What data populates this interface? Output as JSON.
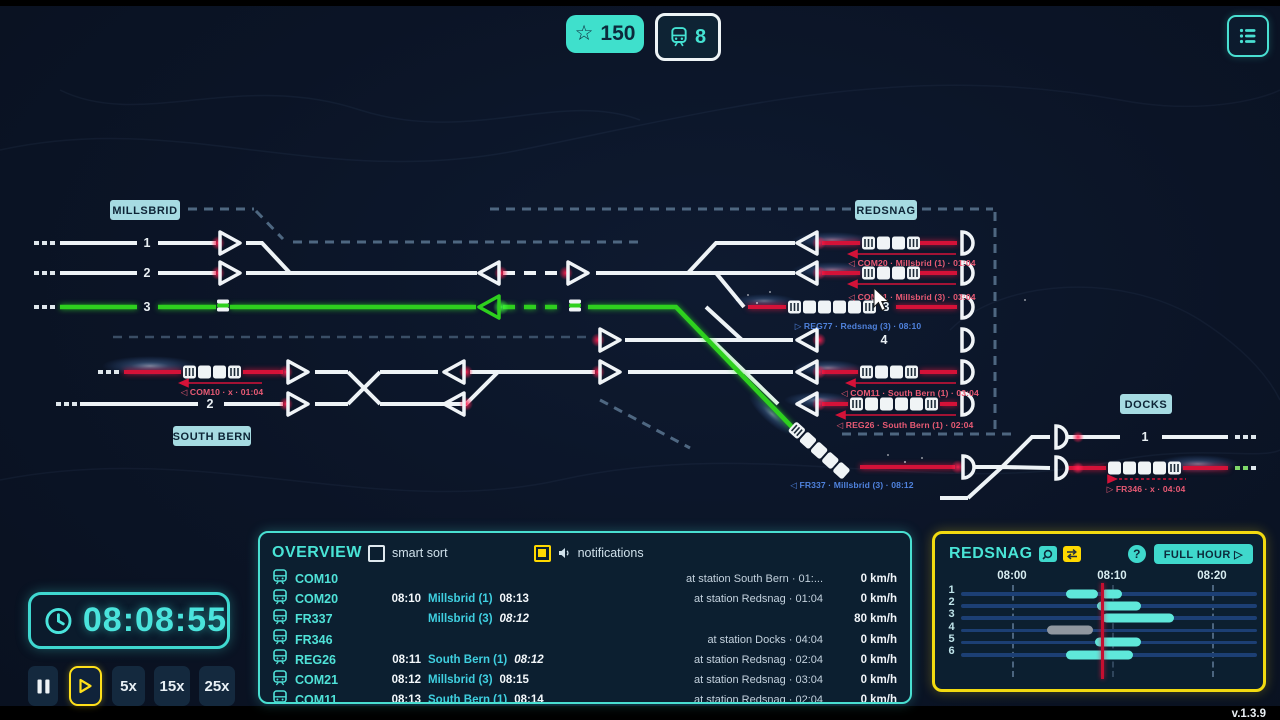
{
  "colors": {
    "accent": "#49e0d2",
    "yellow": "#f2da10",
    "route_red": "#d41238",
    "route_green": "#2ed01e",
    "label_pink": "#e85a74",
    "label_blue": "#4f82dd",
    "timeline_bar": "#5fe8da",
    "timeline_past": "#9097a0"
  },
  "hud": {
    "score": "150",
    "train_count": "8"
  },
  "clock": {
    "time": "08:08:55"
  },
  "controls": {
    "speeds": [
      "5x",
      "15x",
      "25x"
    ]
  },
  "version": "v.1.3.9",
  "map": {
    "stations": {
      "millsbrid": "Millsbrid",
      "redsnag": "Redsnag",
      "south_bern": "South Bern",
      "docks": "Docks"
    },
    "numbers": {
      "m1": "1",
      "m2": "2",
      "m3": "3",
      "r3": "3",
      "r4": "4",
      "sb2": "2",
      "d1": "1"
    },
    "labels": {
      "com20": "◁ COM20 · Millsbrid (1) · 01:04",
      "com21": "◁ COM21 · Millsbrid (3) · 03:04",
      "reg77": "▷ REG77 · Redsnag (3) · 08:10",
      "com11": "◁ COM11 · South Bern (1) · 03:04",
      "reg26": "◁ REG26 · South Bern (1) · 02:04",
      "com10": "◁ COM10 · x · 01:04",
      "fr346": "▷ FR346 · x · 04:04",
      "fr337": "◁ FR337 · Millsbrid (3) · 08:12"
    }
  },
  "overview": {
    "title": "Overview",
    "smart_sort_label": "smart sort",
    "notifications_label": "notifications",
    "rows": [
      {
        "name": "COM10",
        "dep": "",
        "station": "",
        "arr": "",
        "status": "at station South Bern · 01:...",
        "speed": "0 km/h"
      },
      {
        "name": "COM20",
        "dep": "08:10",
        "station": "Millsbrid (1)",
        "arr": "08:13",
        "status": "at station Redsnag · 01:04",
        "speed": "0 km/h"
      },
      {
        "name": "FR337",
        "dep": "",
        "station": "Millsbrid (3)",
        "arr": "08:12",
        "arr_italic": true,
        "status": "",
        "speed": "80 km/h"
      },
      {
        "name": "FR346",
        "dep": "",
        "station": "",
        "arr": "",
        "status": "at station Docks · 04:04",
        "speed": "0 km/h"
      },
      {
        "name": "REG26",
        "dep": "08:11",
        "station": "South Bern (1)",
        "arr": "08:12",
        "arr_italic": true,
        "status": "at station Redsnag · 02:04",
        "speed": "0 km/h"
      },
      {
        "name": "COM21",
        "dep": "08:12",
        "station": "Millsbrid (3)",
        "arr": "08:15",
        "status": "at station Redsnag · 03:04",
        "speed": "0 km/h"
      },
      {
        "name": "COM11",
        "dep": "08:13",
        "station": "South Bern (1)",
        "arr": "08:14",
        "status": "at station Redsnag · 02:04",
        "speed": "0 km/h"
      }
    ]
  },
  "station_panel": {
    "title": "Redsnag",
    "help": "?",
    "full_hour": "Full hour ▷",
    "timeline": {
      "ticks": [
        {
          "label": "08:00",
          "min": 0
        },
        {
          "label": "08:10",
          "min": 10
        },
        {
          "label": "08:20",
          "min": 20
        }
      ],
      "now_min": 8.92,
      "tracks": [
        "1",
        "2",
        "3",
        "4",
        "5",
        "6"
      ],
      "bars": [
        {
          "track": 1,
          "from": 5.4,
          "to": 8.6,
          "state": "reserved"
        },
        {
          "track": 1,
          "from": 8.9,
          "to": 11.0,
          "state": "reserved"
        },
        {
          "track": 2,
          "from": 8.5,
          "to": 12.9,
          "state": "reserved"
        },
        {
          "track": 3,
          "from": 9.0,
          "to": 16.2,
          "state": "reserved"
        },
        {
          "track": 4,
          "from": 3.5,
          "to": 8.1,
          "state": "past"
        },
        {
          "track": 5,
          "from": 8.3,
          "to": 12.9,
          "state": "reserved"
        },
        {
          "track": 6,
          "from": 5.4,
          "to": 12.1,
          "state": "reserved"
        }
      ]
    }
  }
}
